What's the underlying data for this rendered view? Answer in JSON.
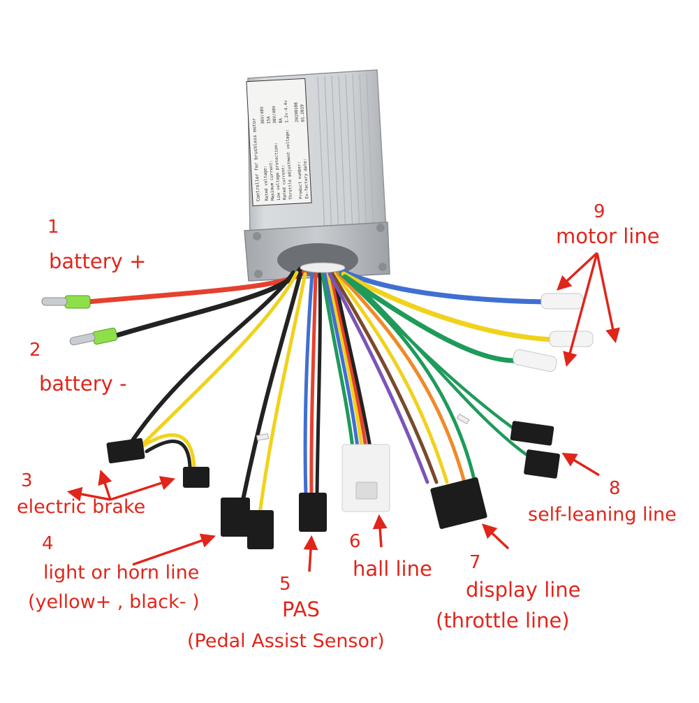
{
  "colors": {
    "label_red": "#e0251b",
    "housing": "#c8cbce",
    "housing_dark": "#9ea2a6",
    "wire_red": "#e5412f",
    "wire_black": "#222222",
    "wire_yellow": "#f0d21c",
    "wire_green": "#1f9a5a",
    "wire_blue": "#3f6fd1",
    "wire_orange": "#f08a28",
    "wire_brown": "#7a4a2c",
    "wire_purple": "#7a55b8",
    "connector_black": "#1c1c1c",
    "connector_white": "#f2f2f2",
    "insulator_green": "#8ee04a"
  },
  "controller_label": {
    "header": "Controller for brushless motor",
    "rows": [
      {
        "key": "Rated voltage:",
        "value": "36V/48V"
      },
      {
        "key": "Maximum current:",
        "value": "15A"
      },
      {
        "key": "Low voltage protection:",
        "value": "30V/40V"
      },
      {
        "key": "Rated current:",
        "value": "8A"
      },
      {
        "key": "Throttle adjustment voltage:",
        "value": "1.2v-4.4v"
      },
      {
        "key": "Product number:",
        "value": "20190108"
      },
      {
        "key": "Ex-factory date:",
        "value": "01.2019"
      }
    ]
  },
  "labels": {
    "l1_num": "1",
    "l1_text": "battery +",
    "l2_num": "2",
    "l2_text": "battery -",
    "l3_num": "3",
    "l3_text": "electric brake",
    "l4_num": "4",
    "l4_text": "light or horn line",
    "l4_sub": "(yellow+ , black- )",
    "l5_num": "5",
    "l5_text": "PAS",
    "l5_sub": "(Pedal Assist Sensor)",
    "l6_num": "6",
    "l6_text": "hall line",
    "l7_num": "7",
    "l7_text": "display line",
    "l7_sub": "(throttle line)",
    "l8_num": "8",
    "l8_text": "self-leaning line",
    "l9_num": "9",
    "l9_text": "motor line"
  }
}
